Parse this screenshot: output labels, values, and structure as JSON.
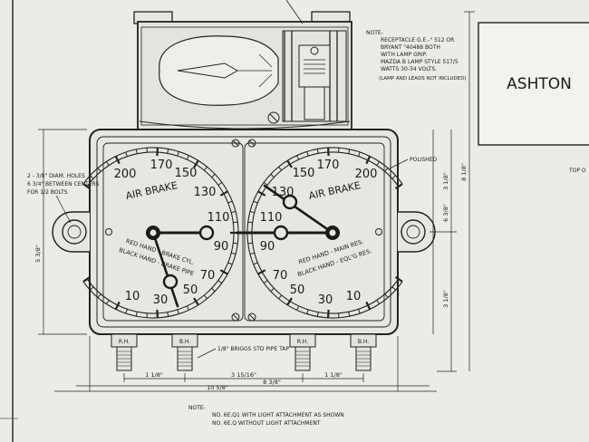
{
  "title_block": {
    "name": "ASHTON",
    "caption": "TOP O"
  },
  "receptacle_note": {
    "heading": "NOTE-",
    "lines": [
      "RECEPTACLE G.E.-\" 512 OR",
      "BRYANT \"40488 BOTH",
      "WITH LAMP GRIP.",
      "MAZDA B LAMP STYLE 517/5",
      "WATTS 30-34 VOLTS.",
      "(LAMP AND LEADS NOT INCLUDED)"
    ]
  },
  "bottom_note": {
    "heading": "NOTE-",
    "lines": [
      "NO. 6E.Q1 WITH LIGHT ATTACHMENT AS SHOWN",
      "NO. 6E.Q  WITHOUT LIGHT ATTACHMENT"
    ]
  },
  "callouts": {
    "polished": "POLISHED",
    "holes": [
      "2 - 3/8\" DIAM. HOLES",
      "6 3/4\" BETWEEN CENTERS",
      "FOR 1/2 BOLTS"
    ],
    "pipe_tap": "1/8\" BRIGGS STD PIPE TAP"
  },
  "left_gauge": {
    "title": "AIR BRAKE",
    "labels": [
      "200",
      "170",
      "150",
      "130",
      "110",
      "90",
      "70",
      "50",
      "30",
      "10"
    ],
    "legend": [
      "RED HAND - BRAKE CYL.",
      "BLACK HAND - BRAKE PIPE"
    ]
  },
  "right_gauge": {
    "title": "AIR BRAKE",
    "labels": [
      "200",
      "170",
      "150",
      "130",
      "110",
      "90",
      "70",
      "50",
      "30",
      "10"
    ],
    "legend": [
      "RED HAND - MAIN RES.",
      "BLACK HAND - EQL'G RES."
    ]
  },
  "fittings": [
    "R.H.",
    "B.H.",
    "R.H.",
    "B.H."
  ],
  "dimensions": {
    "horizontal": [
      "1 1/8\"",
      "3 15/16\"",
      "1 1/8\"",
      "8 3/8\"",
      "10 5/8\""
    ],
    "vertical_left": "5 3/8\"",
    "vertical_right": [
      "6 3/8\"",
      "3 1/8\"",
      "3 1/8\"",
      "8 1/8\""
    ]
  }
}
